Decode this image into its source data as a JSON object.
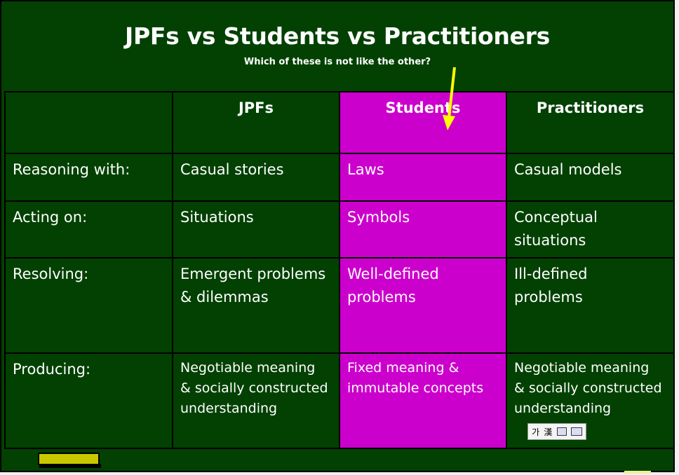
{
  "slide": {
    "title": "JPFs vs Students vs Practitioners",
    "subtitle": "Which of these is not like the other?",
    "colors": {
      "background": "#024102",
      "highlight": "#cc00cc",
      "arrow": "#ffff00",
      "text": "#ffffff"
    }
  },
  "table": {
    "headers": [
      "",
      "JPFs",
      "Students",
      "Practitioners"
    ],
    "rows": [
      {
        "label": "Reasoning with:",
        "jpfs": [
          "Casual stories"
        ],
        "students": [
          "Laws"
        ],
        "practitioners": [
          "Casual models"
        ]
      },
      {
        "label": "Acting on:",
        "jpfs": [
          "Situations"
        ],
        "students": [
          "Symbols"
        ],
        "practitioners": [
          "Conceptual",
          "situations"
        ]
      },
      {
        "label": "Resolving:",
        "jpfs": [
          "Emergent problems",
          "& dilemmas"
        ],
        "students": [
          "Well-defined",
          "problems"
        ],
        "practitioners": [
          "Ill-defined",
          "problems"
        ]
      },
      {
        "label": "Producing:",
        "jpfs": [
          "Negotiable meaning",
          "& socially constructed",
          "understanding"
        ],
        "students": [
          "Fixed meaning &",
          "immutable concepts"
        ],
        "practitioners": [
          "Negotiable meaning",
          "& socially constructed",
          "understanding"
        ]
      }
    ]
  },
  "ime_toolbar": {
    "korean_mode": "가",
    "hanja_mode": "漢",
    "tools_icon": "tools-icon",
    "keyboard_icon": "keyboard-icon"
  }
}
